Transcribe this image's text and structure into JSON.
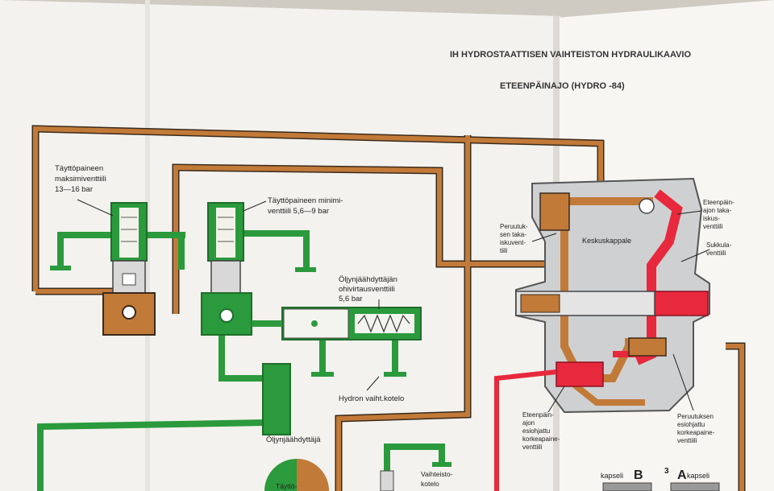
{
  "header": {
    "title": "IH HYDROSTAATTISEN VAIHTEISTON HYDRAULIKAAVIO",
    "subtitle": "ETEENPÄINAJO (HYDRO -84)"
  },
  "labels": {
    "max_valve": [
      "Täyttöpaineen",
      "maksimiventtiili",
      "13—16 bar"
    ],
    "min_valve": [
      "Täyttöpaineen minimi-",
      "venttiili 5,6—9 bar"
    ],
    "bypass_valve": [
      "Öljynjäähdyttäjän",
      "ohivirtausventtiili",
      "5,6 bar"
    ],
    "hydro_case": "Hydron vaiht.kotelo",
    "oil_cooler": "Öljynjäähdyttäjä",
    "tank_partial": "Täyttö-",
    "gearbox_case": [
      "Vaihteisto-",
      "kotelo"
    ],
    "reverse_check": [
      "Peruutuk-",
      "sen taka-",
      "iskuvent-",
      "tiili"
    ],
    "center_body": "Keskuskappale",
    "forward_check": [
      "Eteenpäin-",
      "ajon taka-",
      "iskus-",
      "venttiili"
    ],
    "spool_valve": [
      "Sukkula-",
      "venttiili"
    ],
    "forward_relief": [
      "Eteenpäin-",
      "ajon",
      "esiohjattu",
      "korkeapaine-",
      "venttiili"
    ],
    "reverse_relief": [
      "Peruutuksen",
      "esiohjattu",
      "korkeapaine-",
      "venttiili"
    ],
    "capsule_b": "kapseli",
    "capsule_b_letter": "B",
    "capsule_a": "kapseli",
    "capsule_a_letter": "A",
    "number_3": "3"
  },
  "colors": {
    "brown": "#c27a38",
    "green": "#2a9a3c",
    "red": "#e8283c",
    "line": "#3a2a1c"
  }
}
